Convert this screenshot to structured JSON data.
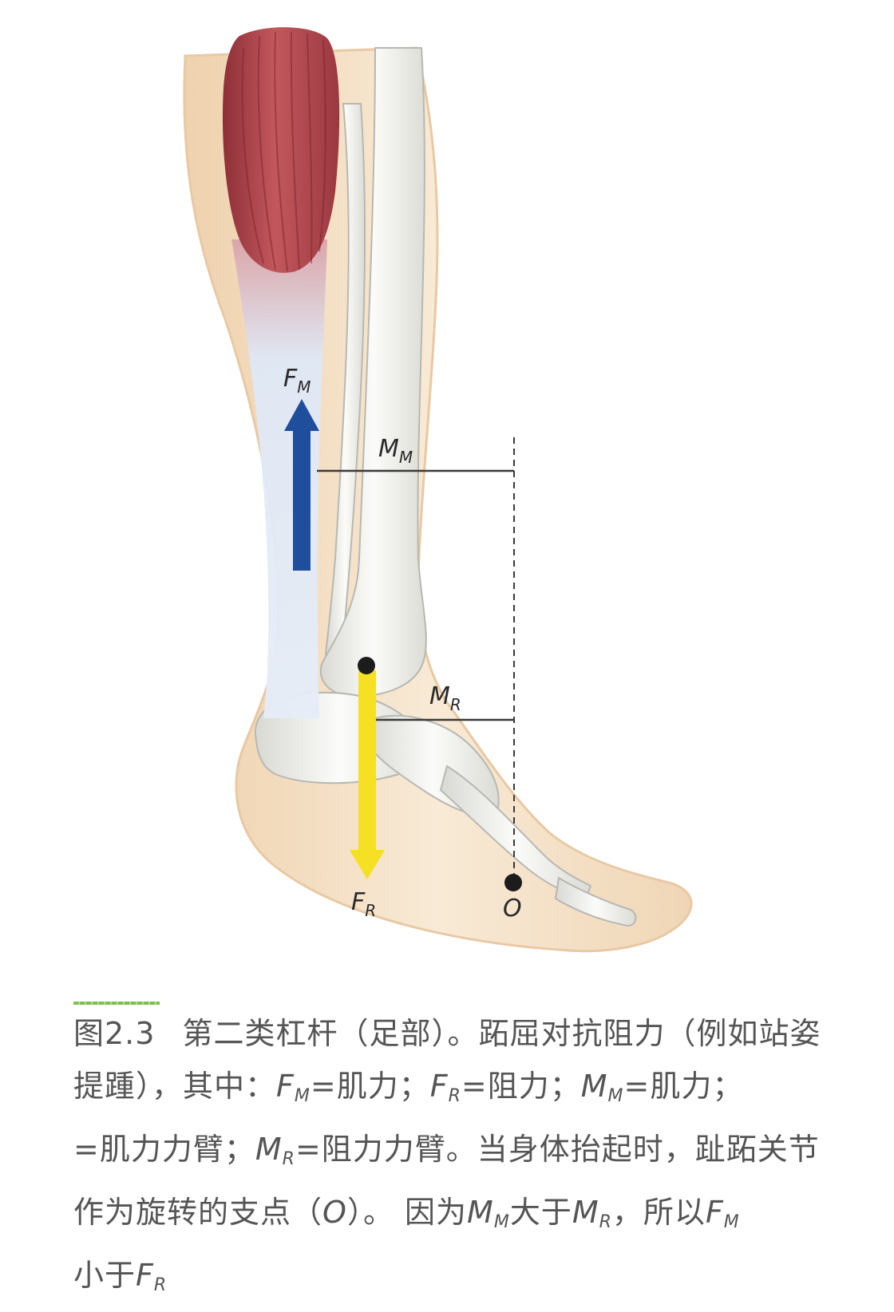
{
  "labels": {
    "fm": "F",
    "fm_sub": "M",
    "mm": "M",
    "mm_sub": "M",
    "mr": "M",
    "mr_sub": "R",
    "fr": "F",
    "fr_sub": "R",
    "o": "O"
  },
  "caption": {
    "number": "图2.3",
    "t1": "第二类杠杆（足部）。跖屈对抗阻力（例如站姿提踵），其中：",
    "f": "F",
    "m_sub": "M",
    "r_sub": "R",
    "mm": "M",
    "t2": "=肌力；",
    "t3": "=阻力；",
    "t4": "=肌力力臂；",
    "t5": "=阻力力臂。当身体抬起时，趾跖关节作为旋转的支点（",
    "o": "O",
    "t6": "）。 因为",
    "t7": "大于",
    "t8": "，所以",
    "t9": "小于"
  },
  "colors": {
    "muscle_force_arrow": "#1f4e9c",
    "resistance_arrow": "#f5e023",
    "muscle": "#b0474e",
    "skin": "#f2dcc0",
    "bone": "#f1f1ee",
    "caption_rule": "#7cc04f",
    "caption_text": "#555555"
  }
}
